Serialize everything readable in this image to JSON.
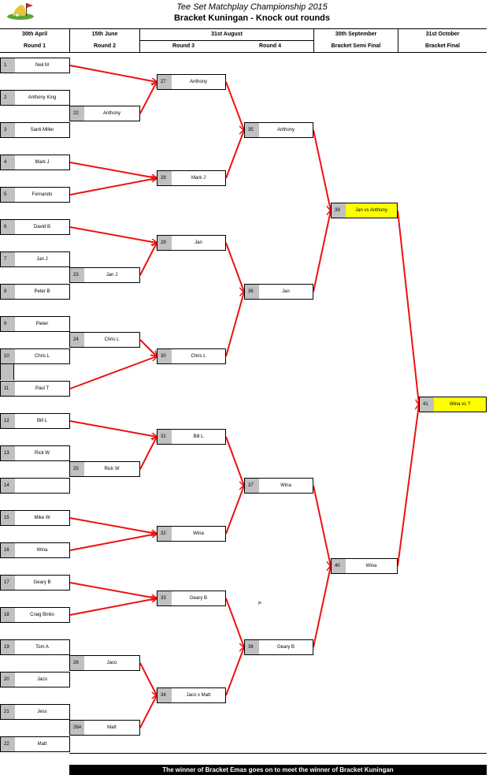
{
  "header": {
    "title": "Tee Set Matchplay Championship 2015",
    "subtitle": "Bracket Kuningan - Knock out rounds"
  },
  "rounds": {
    "r1_date": "30th April",
    "r1_name": "Round 1",
    "r2_date": "15th June",
    "r2_name": "Round 2",
    "r34_date": "31st August",
    "r3_name": "Round 3",
    "r4_name": "Round 4",
    "sf_date": "30th September",
    "sf_name": "Bracket Semi Final",
    "f_date": "31st October",
    "f_name": "Bracket Final"
  },
  "round1": [
    {
      "num": "1",
      "name": "Neil M"
    },
    {
      "num": "2",
      "name": "Anthony King"
    },
    {
      "num": "3",
      "name": "Santi Miller"
    },
    {
      "num": "4",
      "name": "Mark J"
    },
    {
      "num": "5",
      "name": "Fernando"
    },
    {
      "num": "6",
      "name": "David B"
    },
    {
      "num": "7",
      "name": "Jan J"
    },
    {
      "num": "8",
      "name": "Peter B"
    },
    {
      "num": "9",
      "name": "Pieter"
    },
    {
      "num": "10",
      "name": "Chris L"
    },
    {
      "num": "11",
      "name": "Paul T"
    },
    {
      "num": "12",
      "name": "Bill L"
    },
    {
      "num": "13",
      "name": "Rick W"
    },
    {
      "num": "14",
      "name": ""
    },
    {
      "num": "15",
      "name": "Mike W"
    },
    {
      "num": "16",
      "name": "Wina"
    },
    {
      "num": "17",
      "name": "Geary B"
    },
    {
      "num": "18",
      "name": "Craig Binks"
    },
    {
      "num": "19",
      "name": "Tom A"
    },
    {
      "num": "20",
      "name": "Jaco"
    },
    {
      "num": "21",
      "name": "Jess"
    },
    {
      "num": "22",
      "name": "Matt"
    }
  ],
  "round2": [
    {
      "num": "22",
      "name": "Anthony"
    },
    {
      "num": "23",
      "name": "Jan J"
    },
    {
      "num": "24",
      "name": "Chris L"
    },
    {
      "num": "25",
      "name": "Rick W"
    },
    {
      "num": "26",
      "name": "Jaco"
    },
    {
      "num": "26A",
      "name": "Matt"
    }
  ],
  "round3": [
    {
      "num": "27",
      "name": "Anthony"
    },
    {
      "num": "28",
      "name": "Mark J"
    },
    {
      "num": "29",
      "name": "Jan"
    },
    {
      "num": "30",
      "name": "Chris L"
    },
    {
      "num": "31",
      "name": "Bill L"
    },
    {
      "num": "32",
      "name": "Wina"
    },
    {
      "num": "33",
      "name": "Geary B"
    },
    {
      "num": "34",
      "name": "Jaco v Matt"
    }
  ],
  "round4": [
    {
      "num": "35",
      "name": "Anthony"
    },
    {
      "num": "36",
      "name": "Jan"
    },
    {
      "num": "37",
      "name": "Wina"
    },
    {
      "num": "38",
      "name": "Geary B"
    }
  ],
  "semis": [
    {
      "num": "39",
      "name": "Jan vs Anthony"
    },
    {
      "num": "40",
      "name": "Wina"
    }
  ],
  "final": [
    {
      "num": "41",
      "name": "Wina vs ?"
    }
  ],
  "stray_text": "je",
  "footer": "The winner of Bracket Emas goes on to meet the winner of Bracket Kuningan",
  "colors": {
    "arrow": "#ee1111",
    "highlight": "#ffff00",
    "number_cell": "#c0c0c0"
  }
}
